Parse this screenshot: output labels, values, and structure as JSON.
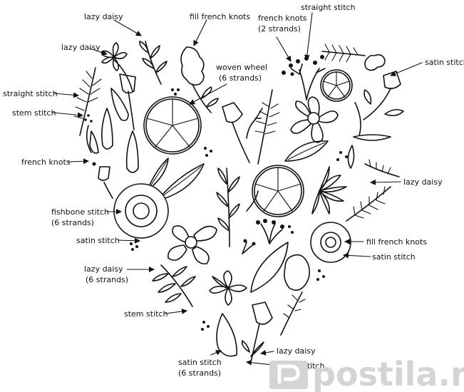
{
  "labels": {
    "lazy_daisy_1": "lazy daisy",
    "lazy_daisy_2": "lazy daisy",
    "fill_french_knots_1": "fill french knots",
    "french_knots_2_strands_line1": "french knots",
    "french_knots_2_strands_line2": "(2 strands)",
    "straight_stitch_1": "straight stitch",
    "satin_stitch_1": "satin stitch",
    "woven_wheel_line1": "woven wheel",
    "woven_wheel_line2": "(6 strands)",
    "straight_stitch_2": "straight stitch",
    "stem_stitch_1": "stem stitch",
    "french_knots": "french knots",
    "lazy_daisy_3": "lazy daisy",
    "fishbone_line1": "fishbone stitch",
    "fishbone_line2": "(6 strands)",
    "satin_stitch_2": "satin stitch",
    "fill_french_knots_2": "fill french knots",
    "satin_stitch_3": "satin stitch",
    "lazy_daisy_6_line1": "lazy daisy",
    "lazy_daisy_6_line2": "(6 strands)",
    "stem_stitch_2": "stem stitch",
    "lazy_daisy_4": "lazy daisy",
    "satin_stitch_6_line1": "satin stitch",
    "satin_stitch_6_line2": "(6 strands)",
    "stem_stitch_3": "stem stitch"
  },
  "watermark": {
    "text": "postila.ru",
    "color": "#d4d4d4"
  }
}
